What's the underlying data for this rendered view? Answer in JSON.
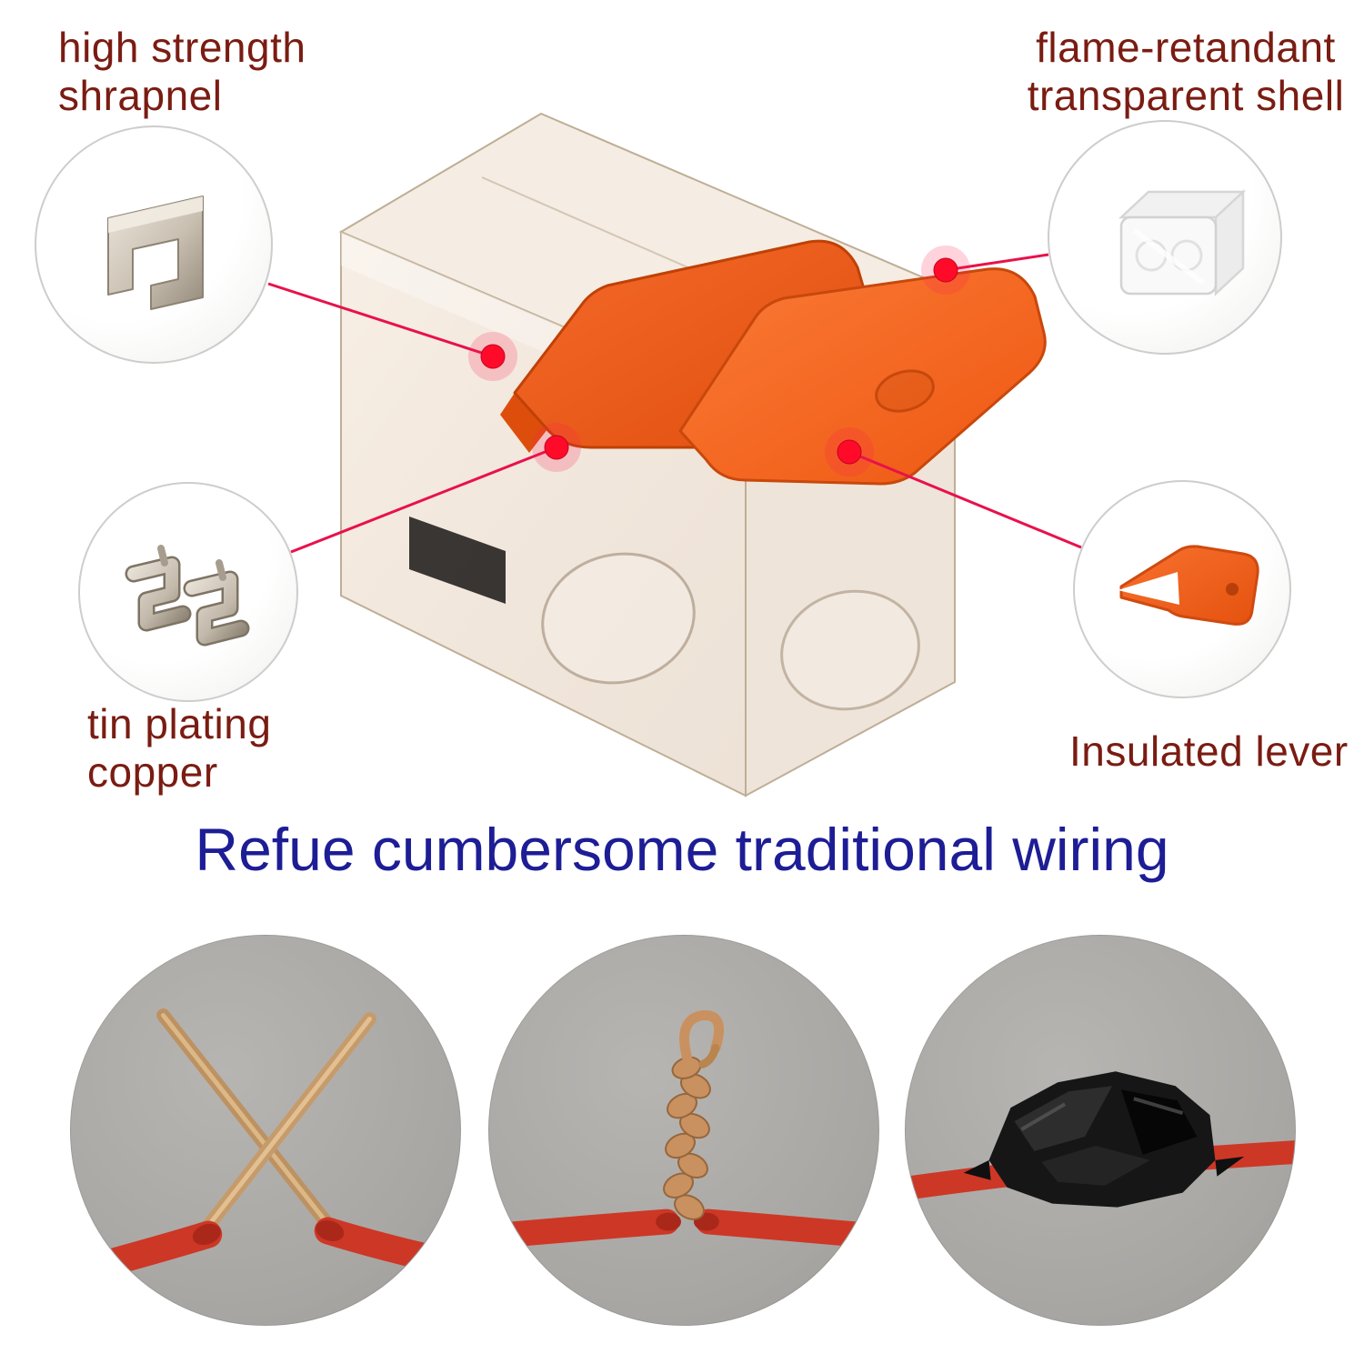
{
  "callouts": {
    "top_left": {
      "line1": "high strength",
      "line2": "shrapnel"
    },
    "top_right": {
      "line1": "flame-retandant",
      "line2": "transparent shell"
    },
    "bottom_left": {
      "line1": "tin plating",
      "line2": "copper"
    },
    "bottom_right": {
      "line1": "Insulated lever"
    }
  },
  "headline": "Refue cumbersome traditional wiring",
  "colors": {
    "label_text": "#7a1c12",
    "headline_text": "#1d1d96",
    "accent_red": "#e8114b",
    "dot_red": "#ff0a28",
    "lever_orange": "#f1591f"
  }
}
